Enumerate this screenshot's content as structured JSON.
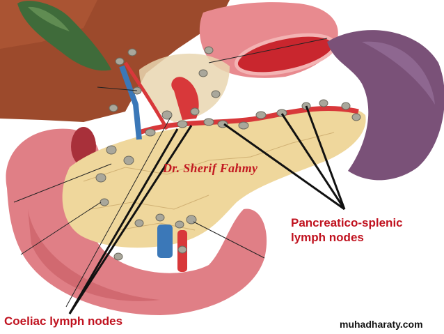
{
  "labels": {
    "pancreatico_line1": "Pancreatico-splenic",
    "pancreatico_line2": "lymph nodes",
    "coeliac": "Coeliac lymph nodes"
  },
  "watermark": "Dr. Sherif Fahmy",
  "site_credit": "muhadharaty.com",
  "colors": {
    "label_red": "#c0121f",
    "liver": "#9c4a2c",
    "gallbladder": "#3f6b3a",
    "stomach": "#e88a8f",
    "spleen": "#7a5178",
    "pancreas": "#efd79c",
    "duodenum": "#e07f86",
    "artery": "#d8383a",
    "vein": "#3b78b8",
    "lymph_node": "#a9a79b"
  }
}
